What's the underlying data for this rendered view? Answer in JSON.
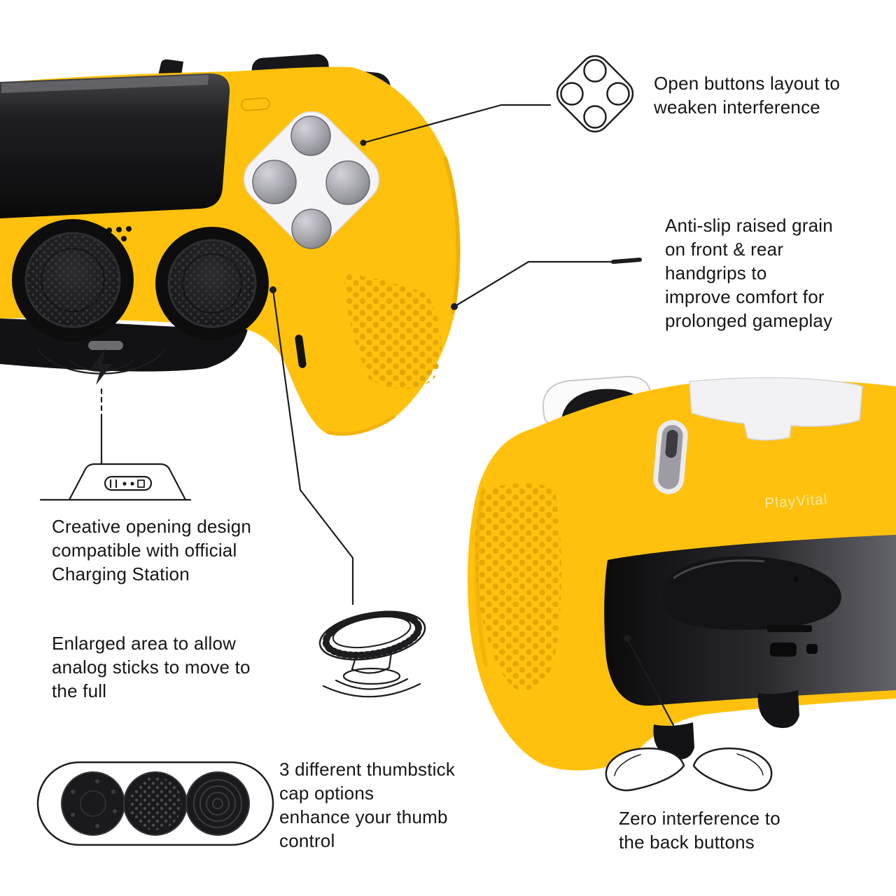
{
  "brand": "PlayVital",
  "colors": {
    "controller_yellow": "#ffc10d",
    "line_art": "#1d1d1f",
    "text": "#161616",
    "background": "#ffffff"
  },
  "annotations": {
    "open_buttons": {
      "lines": [
        "Open buttons layout to",
        "weaken interference"
      ]
    },
    "anti_slip": {
      "lines": [
        "Anti-slip raised grain",
        "on front & rear",
        "handgrips to",
        "improve comfort for",
        "prolonged gameplay"
      ]
    },
    "charging": {
      "lines": [
        "Creative opening design",
        "compatible with official",
        "Charging Station"
      ]
    },
    "enlarged_area": {
      "lines": [
        "Enlarged area to allow",
        "analog sticks to move to",
        "the full"
      ]
    },
    "thumbstick_caps": {
      "lines": [
        "3 different thumbstick",
        "cap options",
        "enhance your thumb",
        "control"
      ]
    },
    "zero_interference": {
      "lines": [
        "Zero interference to",
        "the back buttons"
      ]
    }
  }
}
